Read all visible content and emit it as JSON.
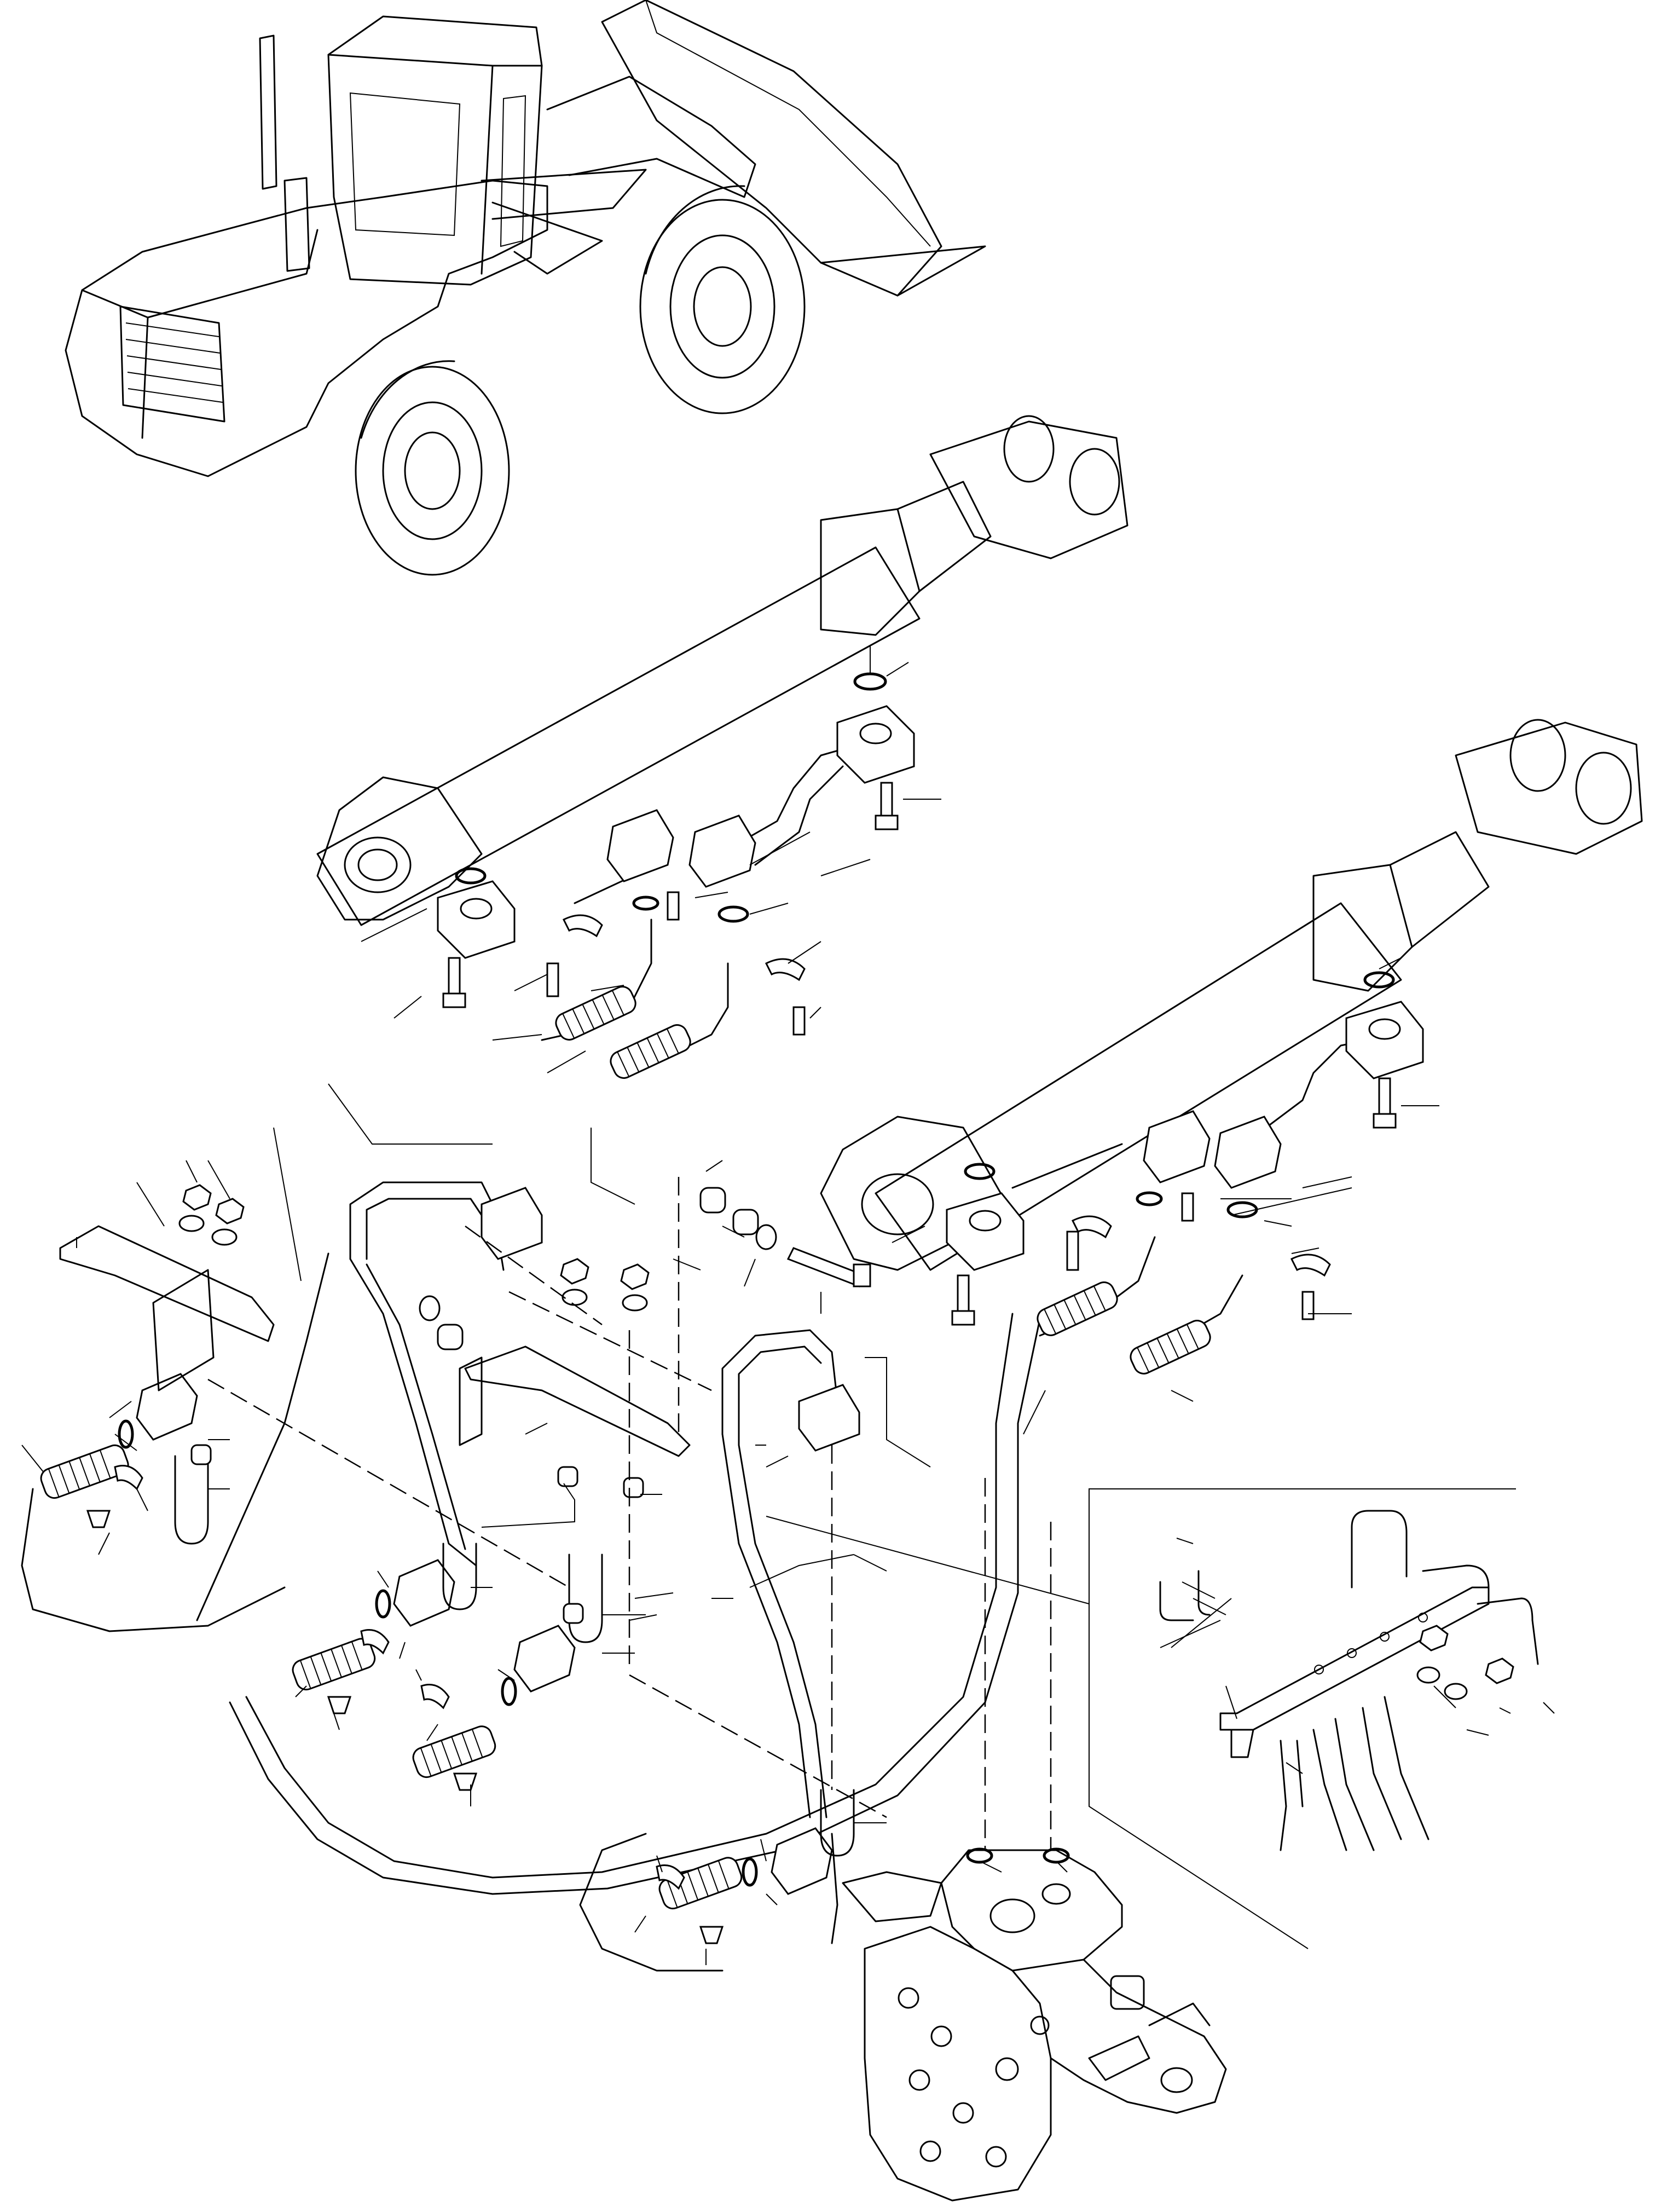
{
  "diagram": {
    "kind": "exploded-parts-diagram",
    "style": "black line art on white",
    "text_labels": [],
    "components": [
      {
        "id": "machine",
        "icon": "wheel-loader-icon"
      },
      {
        "id": "cylinder-left",
        "icon": "hydraulic-cylinder-icon"
      },
      {
        "id": "cylinder-right",
        "icon": "hydraulic-cylinder-icon"
      },
      {
        "id": "control-valve",
        "icon": "control-valve-icon"
      },
      {
        "id": "inset-bracket",
        "icon": "bracket-assembly-icon"
      },
      {
        "id": "tubes",
        "icon": "tube-icon"
      },
      {
        "id": "hoses",
        "icon": "hose-icon"
      },
      {
        "id": "o-rings",
        "icon": "o-ring-icon"
      },
      {
        "id": "flanges",
        "icon": "split-flange-icon"
      },
      {
        "id": "bolts",
        "icon": "bolt-icon"
      },
      {
        "id": "u-bolts",
        "icon": "u-bolt-icon"
      },
      {
        "id": "clamps",
        "icon": "clamp-icon"
      },
      {
        "id": "nuts-washers",
        "icon": "nut-icon"
      }
    ],
    "colors": {
      "line": "#000000",
      "background": "#ffffff"
    }
  }
}
